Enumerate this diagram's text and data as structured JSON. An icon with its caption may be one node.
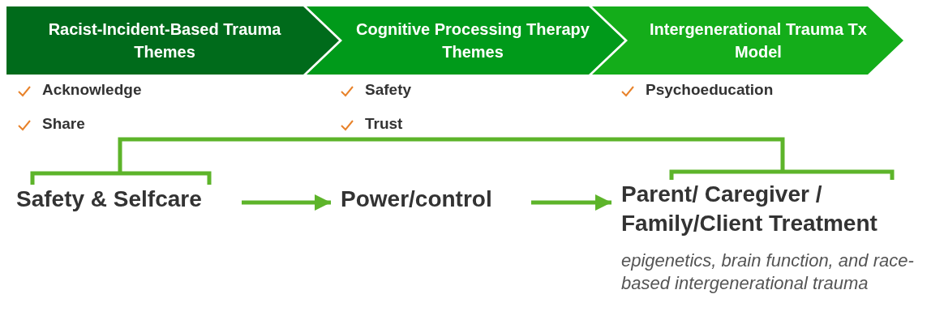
{
  "diagram": {
    "nodes": [
      {
        "text": [
          "Racist-Incident-Based Trauma Themes"
        ],
        "beside": [
          "Acknowledge",
          "Share"
        ]
      },
      {
        "text": [
          "Cognitive Processing Therapy Themes"
        ],
        "beside": [
          "Safety",
          "Trust"
        ]
      },
      {
        "text": [
          "Intergenerational Trauma Tx Model"
        ],
        "beside": [
          "Psychoeducation"
        ]
      },
      {
        "text": [
          "Safety & Selfcare"
        ]
      },
      {
        "text": [
          "Power/control"
        ]
      },
      {
        "text": [
          "Parent/ Caregiver / Family/Client Treatment"
        ],
        "beside": [
          "epigenetics, brain function, and race-based intergenerational trauma"
        ]
      }
    ],
    "edges": [
      {
        "from": 3,
        "to": 4,
        "arrow": "to"
      },
      {
        "from": 4,
        "to": 5,
        "arrow": "to"
      },
      {
        "from": 3,
        "to": 5,
        "arrow": "none"
      }
    ]
  }
}
